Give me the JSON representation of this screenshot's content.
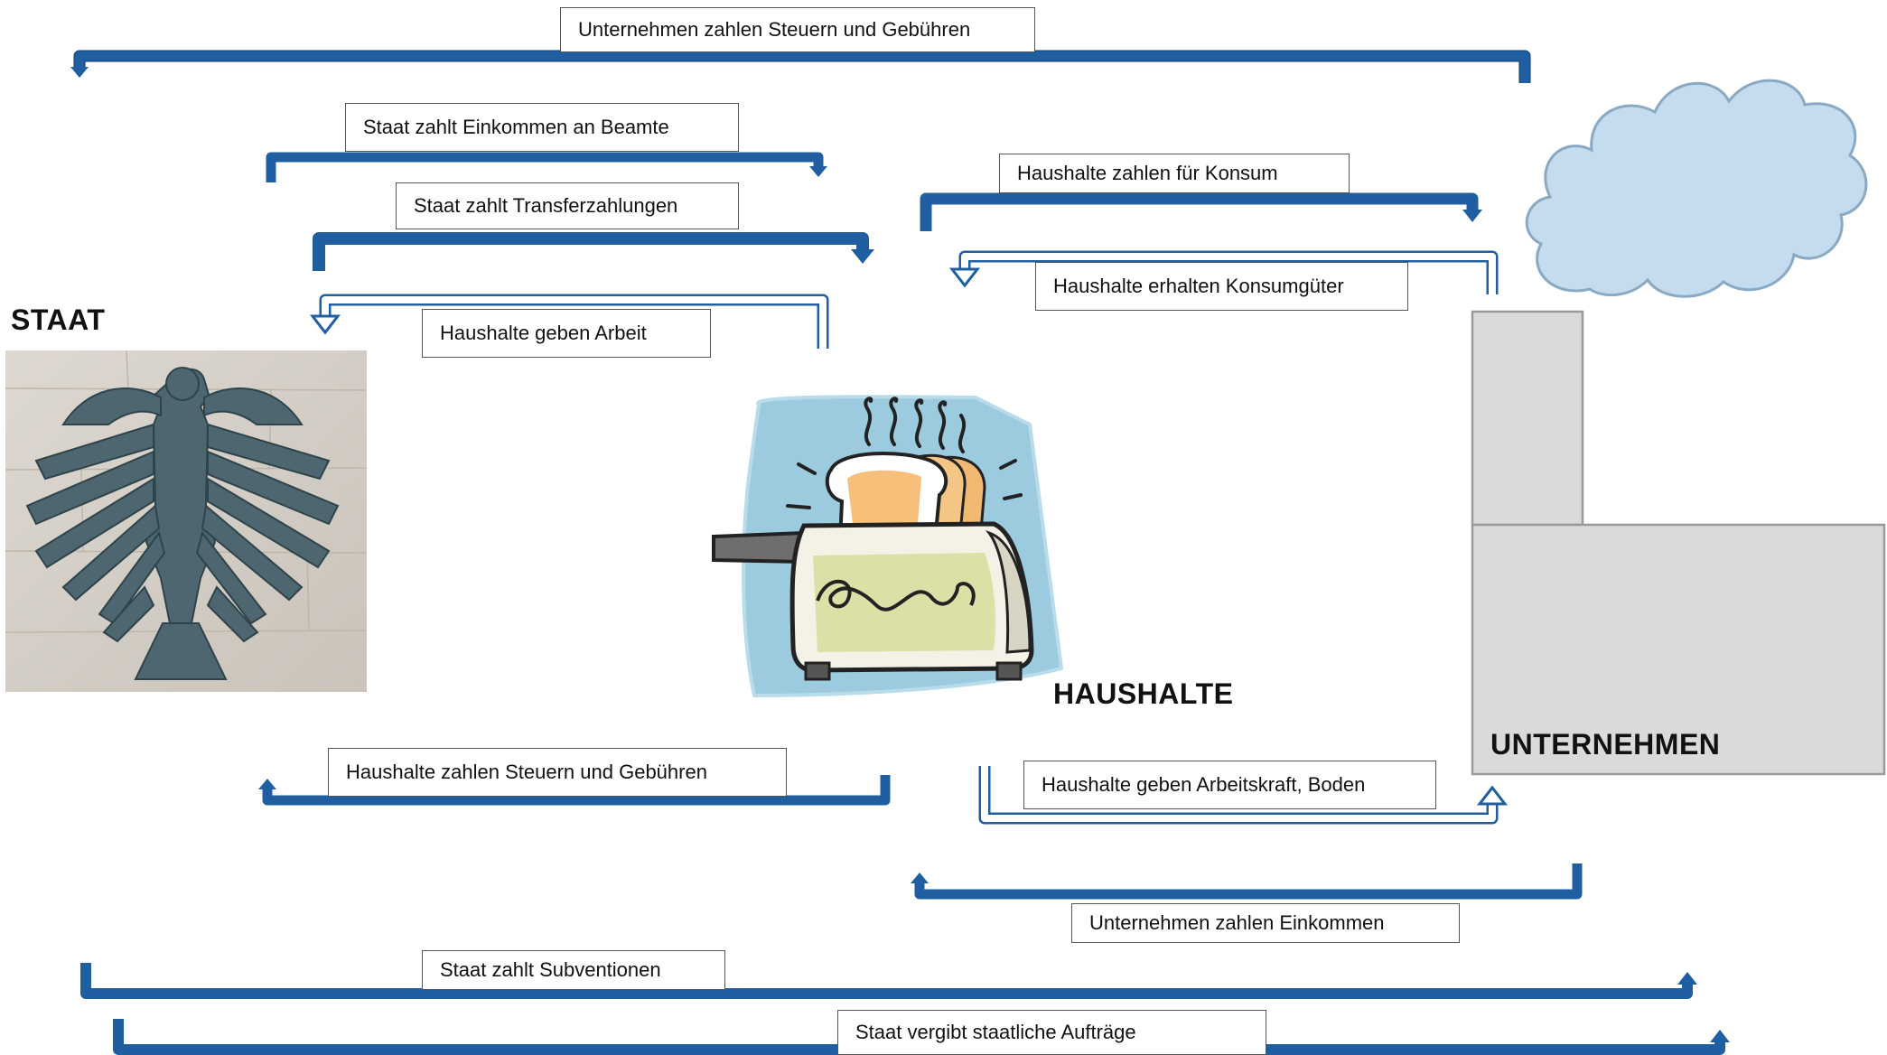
{
  "titles": {
    "staat": "STAAT",
    "haushalte": "HAUSHALTE",
    "unternehmen": "UNTERNEHMEN"
  },
  "flows": {
    "unternehmen_steuern": "Unternehmen zahlen Steuern und Gebühren",
    "staat_einkommen_beamte": "Staat zahlt Einkommen an Beamte",
    "staat_transfer": "Staat zahlt Transferzahlungen",
    "haushalte_arbeit": "Haushalte geben Arbeit",
    "haushalte_konsum": "Haushalte zahlen für Konsum",
    "haushalte_konsumgueter": "Haushalte erhalten Konsumgüter",
    "haushalte_steuern": "Haushalte zahlen Steuern und Gebühren",
    "haushalte_arbeitskraft": "Haushalte geben Arbeitskraft, Boden",
    "unternehmen_einkommen": "Unternehmen zahlen Einkommen",
    "staat_subventionen": "Staat zahlt Subventionen",
    "staat_auftraege": "Staat vergibt staatliche Aufträge"
  },
  "colors": {
    "arrow": "#1f5ea0",
    "cloud": "#c5dcee",
    "factory": "#dadada"
  }
}
